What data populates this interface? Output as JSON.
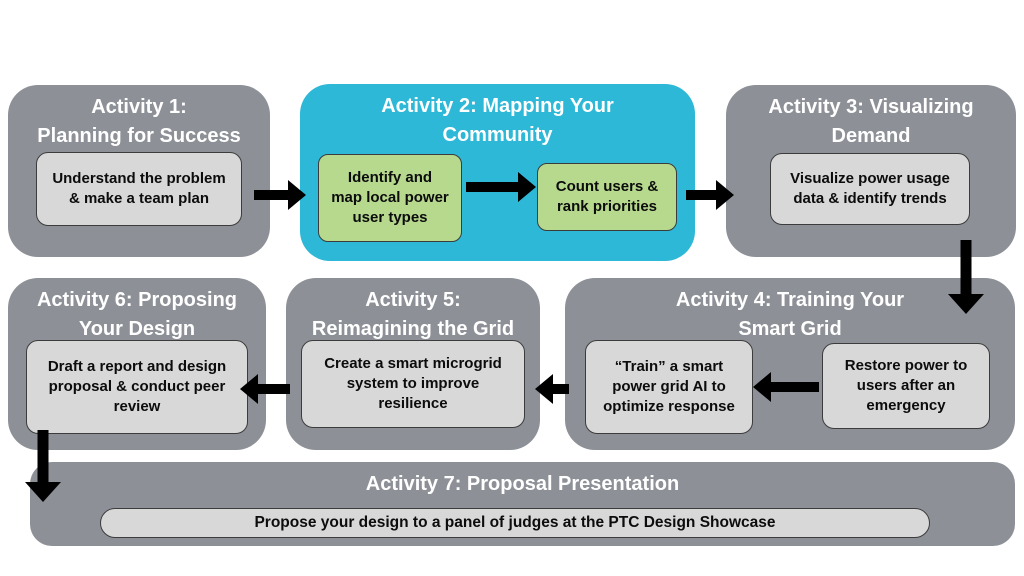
{
  "colors": {
    "card_gray": "#8d9197",
    "card_teal": "#2db8d7",
    "step_green": "#b6d98e",
    "step_gray": "#d8d8d8",
    "arrow": "#000000"
  },
  "activities": {
    "a1": {
      "title": "Activity 1:\nPlanning for Success",
      "step": "Understand the problem\n&  make a team plan"
    },
    "a2": {
      "title": "Activity 2: Mapping Your\nCommunity",
      "step1": "Identify and\nmap local power\nuser types",
      "step2": "Count users &\nrank priorities"
    },
    "a3": {
      "title": "Activity 3: Visualizing\nDemand",
      "step": "Visualize power usage\ndata & identify trends"
    },
    "a4": {
      "title": "Activity 4: Training Your\nSmart Grid",
      "step1": "Restore power to\nusers after an\nemergency",
      "step2": "“Train” a smart\npower grid AI to\noptimize response"
    },
    "a5": {
      "title": "Activity 5:\nReimagining the Grid",
      "step": "Create a smart microgrid\nsystem to improve\nresilience"
    },
    "a6": {
      "title": "Activity 6: Proposing\nYour Design",
      "step": "Draft a report and design\nproposal & conduct peer\nreview"
    },
    "a7": {
      "title": "Activity 7: Proposal Presentation",
      "step": "Propose your design to a panel of judges at the PTC Design Showcase"
    }
  }
}
